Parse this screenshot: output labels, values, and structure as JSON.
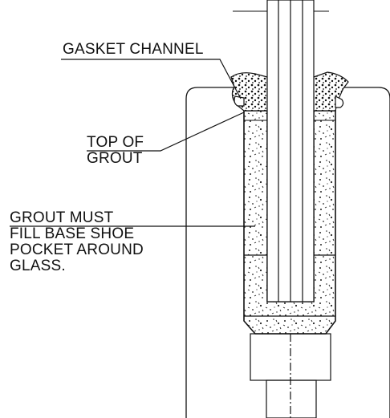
{
  "callouts": {
    "gasket_channel": "GASKET CHANNEL",
    "top_of_grout": [
      "TOP OF",
      "GROUT"
    ],
    "grout_fill": [
      "GROUT MUST",
      "FILL BASE SHOE",
      "POCKET AROUND",
      "GLASS."
    ]
  },
  "colors": {
    "line": "#111111",
    "grout_speckle": "#222222",
    "background": "#ffffff"
  }
}
